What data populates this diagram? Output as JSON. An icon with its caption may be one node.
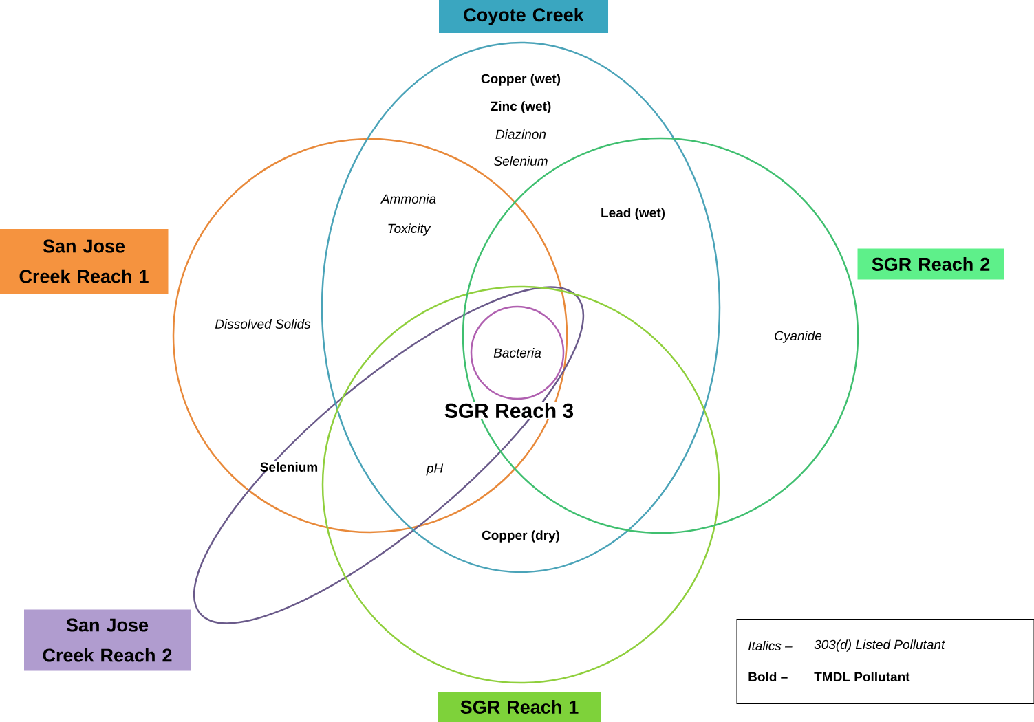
{
  "diagram": {
    "nodes": [
      {
        "text": [
          "Coyote Creek"
        ]
      },
      {
        "text": [
          "San Jose Creek Reach 1"
        ]
      },
      {
        "text": [
          "SGR Reach 2"
        ]
      },
      {
        "text": [
          "San Jose Creek Reach 2"
        ]
      },
      {
        "text": [
          "SGR Reach 1"
        ]
      },
      {
        "text": [],
        "shape": "circle"
      },
      {
        "text": [],
        "shape": "ellipse"
      },
      {
        "text": [],
        "shape": "ellipse"
      },
      {
        "text": [],
        "shape": "circle"
      },
      {
        "text": [],
        "shape": "circle"
      },
      {
        "text": [
          "Bacteria"
        ]
      },
      {
        "text": [
          "Italics –",
          "303(d) Listed Pollutant",
          "Bold –",
          "TMDL Pollutant"
        ]
      }
    ],
    "labels": [
      "Copper (wet)",
      "Zinc (wet)",
      "Diazinon",
      "Selenium",
      "Ammonia",
      "Toxicity",
      "Lead (wet)",
      "Dissolved Solids",
      "Cyanide",
      "SGR Reach 3",
      "Selenium",
      "pH",
      "Copper (dry)"
    ]
  }
}
